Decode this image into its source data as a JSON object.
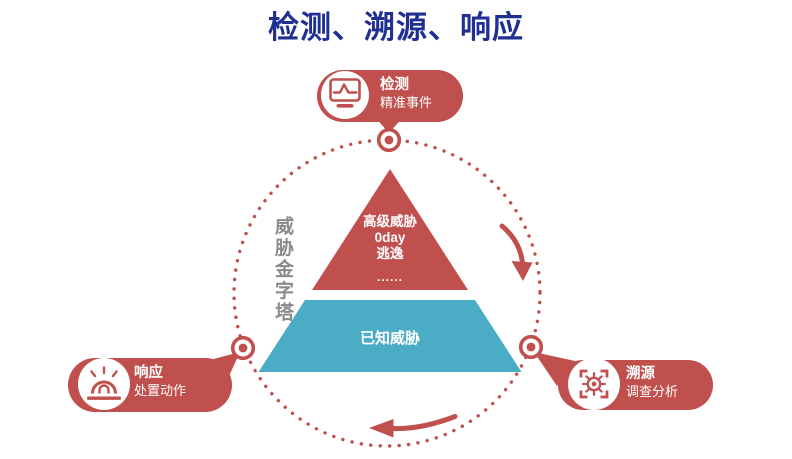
{
  "title": "检测、溯源、响应",
  "colors": {
    "red": "#C0504D",
    "teal": "#4BACC6",
    "title_blue": "#1F3092",
    "gray_label": "#8A8A8A",
    "white": "#FFFFFF"
  },
  "pyramid": {
    "side_label": "威胁金字塔",
    "top_tier_lines": [
      "高级威胁",
      "0day",
      "逃逸",
      "......"
    ],
    "bottom_tier_label": "已知威胁"
  },
  "badges": {
    "detect": {
      "title": "检测",
      "subtitle": "精准事件",
      "icon": "monitor-pulse-icon"
    },
    "trace": {
      "title": "溯源",
      "subtitle": "调查分析",
      "icon": "crosshair-target-icon"
    },
    "respond": {
      "title": "响应",
      "subtitle": "处置动作",
      "icon": "siren-icon"
    }
  }
}
